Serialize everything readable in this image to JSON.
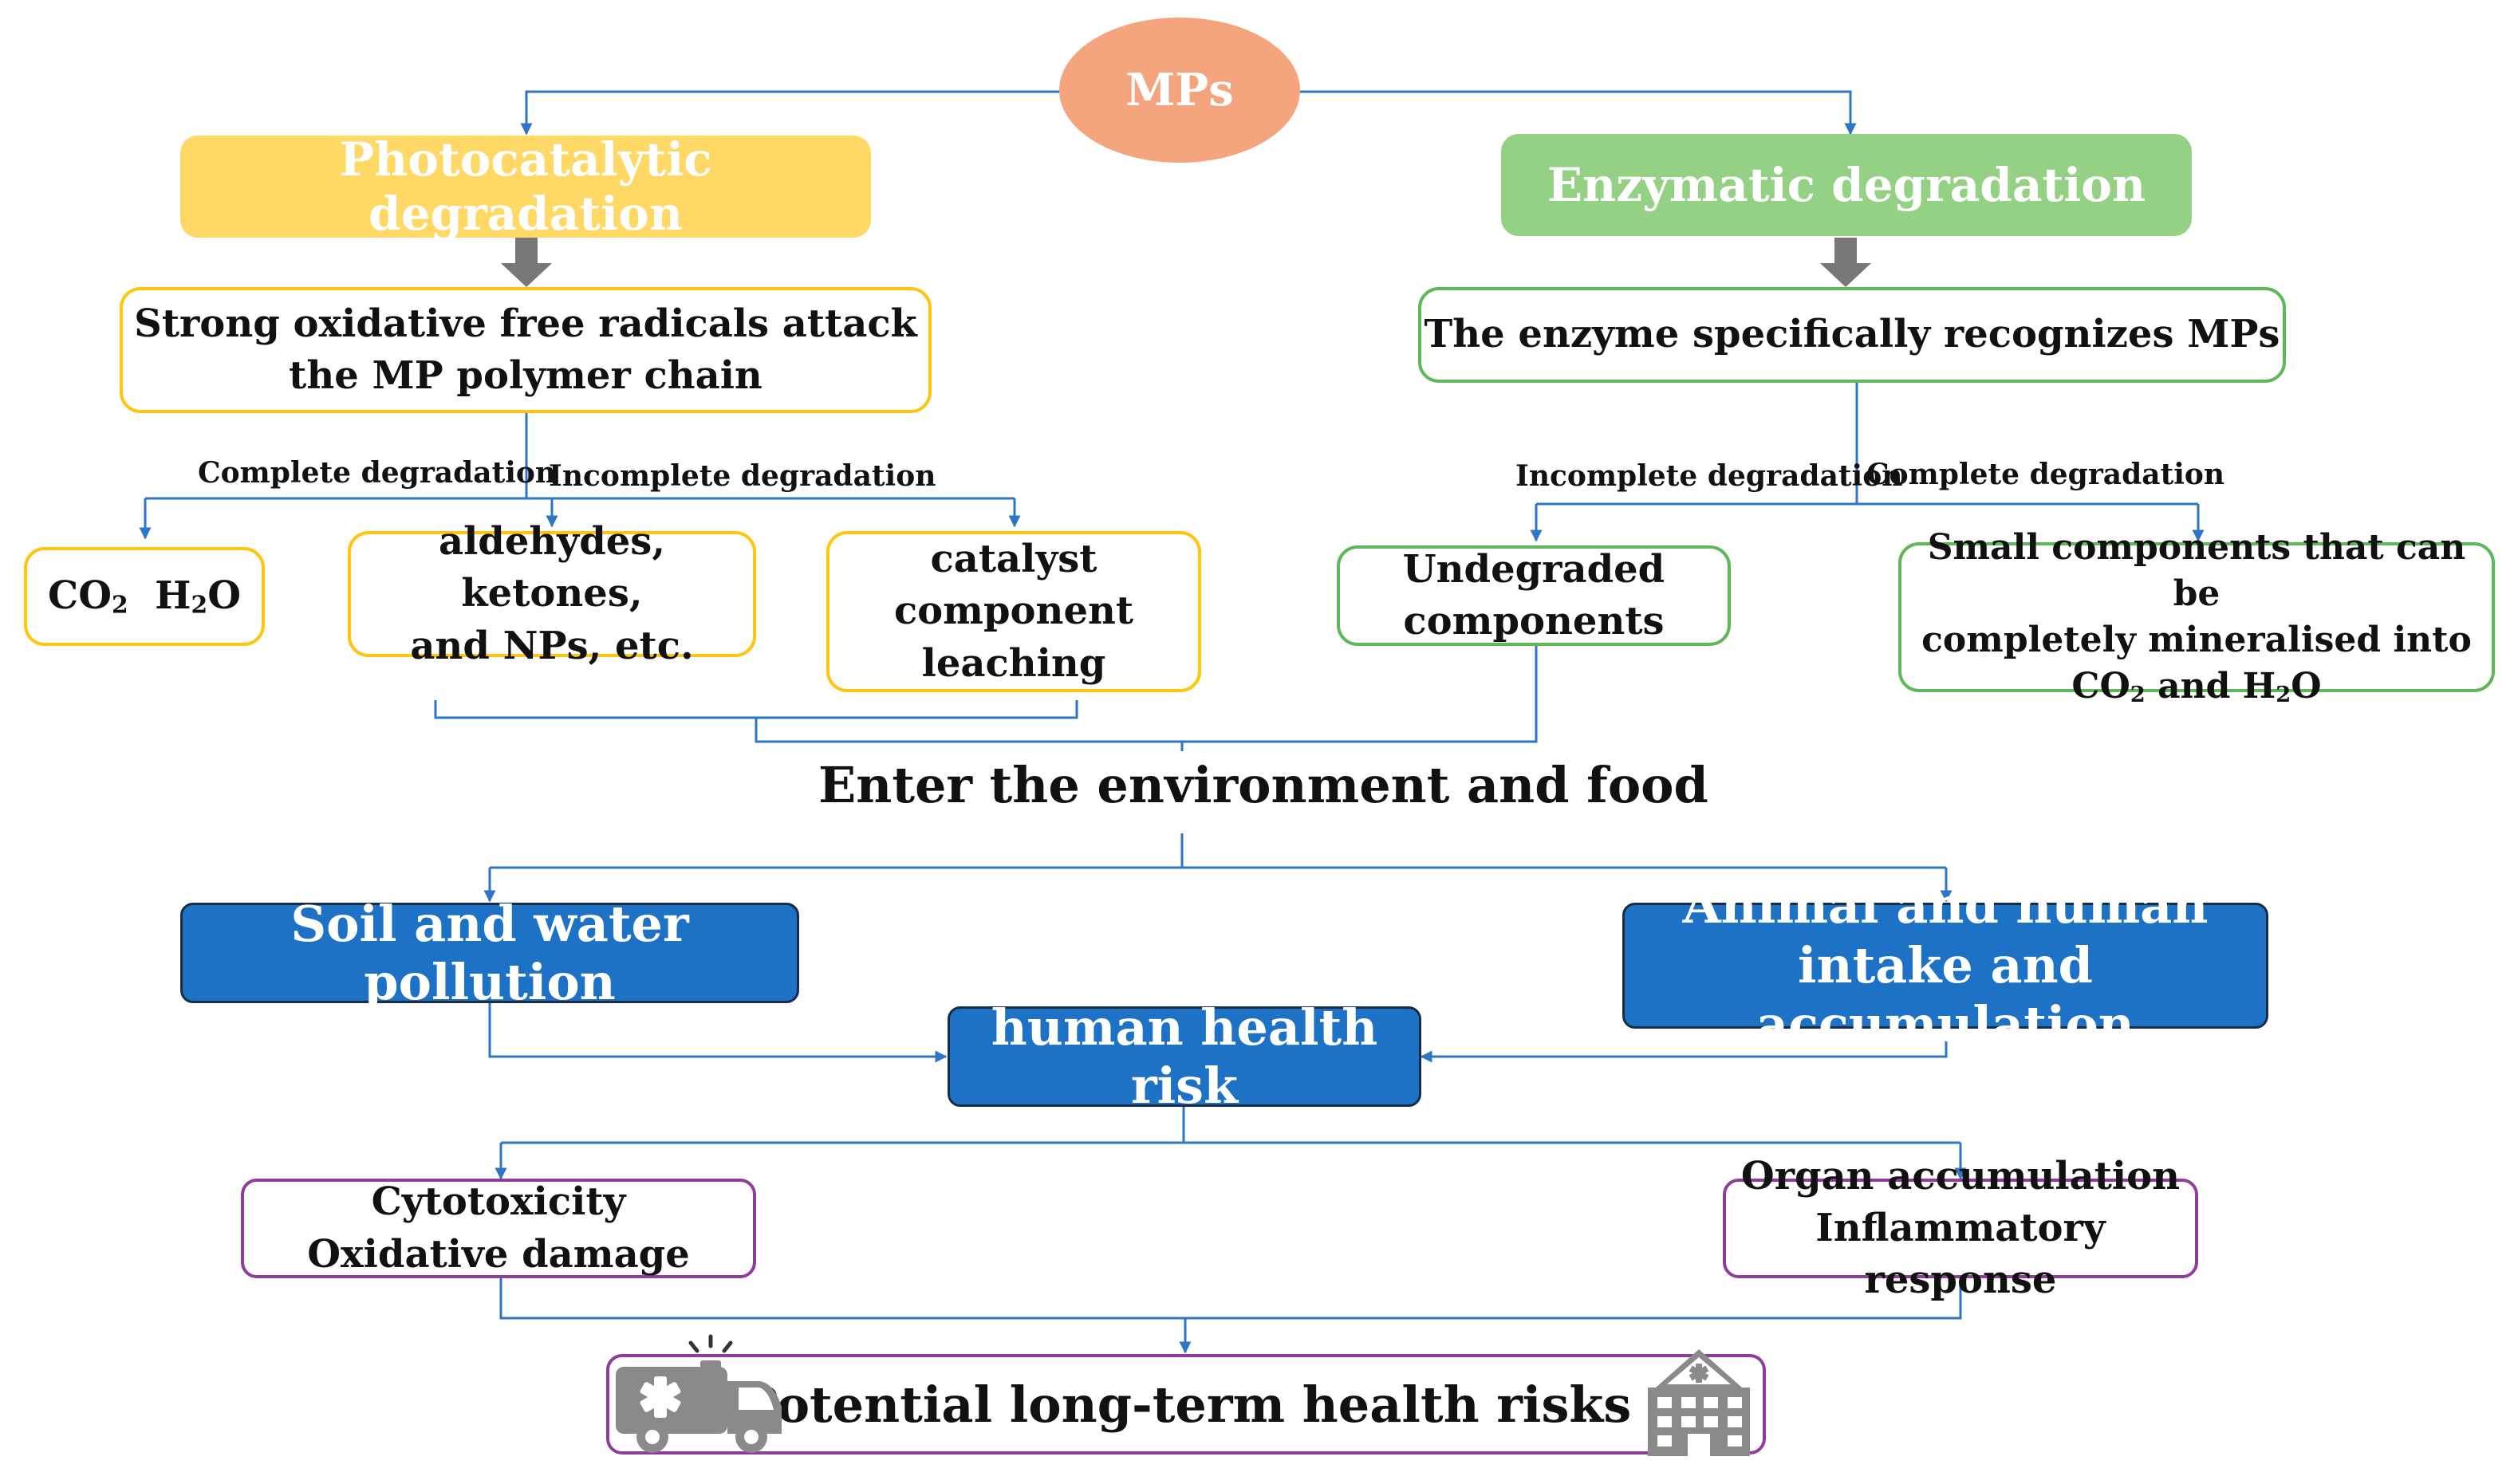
{
  "nodes": {
    "mps": "MPs",
    "photocatalytic": "Photocatalytic degradation",
    "enzymatic": "Enzymatic degradation",
    "radicals": [
      "Strong oxidative free radicals attack",
      "the MP polymer chain"
    ],
    "enzyme_recognizes": "The enzyme specifically recognizes MPs",
    "co2_h2o_left": {
      "co": "CO",
      "two": "2",
      "h": "H",
      "o": "O"
    },
    "aldehydes": [
      "aldehydes, ketones,",
      "and NPs, etc."
    ],
    "catalyst": [
      "catalyst",
      "component",
      "leaching"
    ],
    "undegraded": [
      "Undegraded",
      "components"
    ],
    "small_components": {
      "line1": "Small components that can be",
      "line2": "completely mineralised into",
      "co": "CO",
      "two": "2",
      "and_h": " and H",
      "o": "O"
    },
    "environment": "Enter the environment and food",
    "soil_water": "Soil and water pollution",
    "animal_human": [
      "Animal and human",
      "intake and accumulation"
    ],
    "human_health": "human health risk",
    "cytotoxicity": [
      "Cytotoxicity",
      "Oxidative damage"
    ],
    "organ": [
      "Organ accumulation",
      "Inflammatory response"
    ],
    "potential": "Potential long-term health risks"
  },
  "edge_labels": {
    "left_complete": "Complete degradation",
    "left_incomplete": "Incomplete degradation",
    "right_incomplete": "Incomplete degradation",
    "right_complete": "Complete degradation"
  },
  "icons": [
    "ambulance-icon",
    "hospital-icon"
  ],
  "colors": {
    "oval": "#F5A57E",
    "photo_fill": "#FFD866",
    "enzyme_fill": "#95D184",
    "yellow_border": "#FFC50F",
    "green_border": "#5FB75A",
    "blue_fill": "#1E72C6",
    "purple_border": "#8E3D9A",
    "connector": "#2E75C5",
    "thick_arrow": "#777777",
    "icon_gray": "#8A8A8A"
  }
}
